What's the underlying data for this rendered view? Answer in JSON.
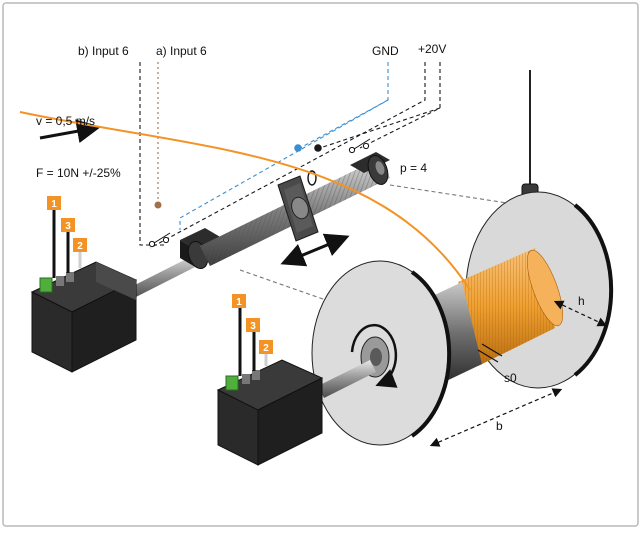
{
  "diagram": {
    "labels": {
      "input6_b": "b) Input 6",
      "input6_a": "a) Input 6",
      "gnd": "GND",
      "plus20v": "+20V",
      "velocity": "v = 0,5 m/s",
      "force": "F = 10N +/-25%",
      "pitch": "p = 4",
      "dim_h": "h",
      "dim_b": "b",
      "dim_s0": "s0"
    },
    "motor_badges": [
      "1",
      "3",
      "2"
    ],
    "colors": {
      "frame": "#b9b9b9",
      "accent_orange": "#f39325",
      "wire_blue": "#3b8fd1",
      "wire_black": "#1a1a1a",
      "wire_brown": "#a0714a",
      "wire_red": "#d92020",
      "motor_body": "#2f2f2f",
      "terminal_green": "#4fae3c",
      "disk": "#d9d9d9",
      "spool_orange": "#f0a030"
    }
  }
}
